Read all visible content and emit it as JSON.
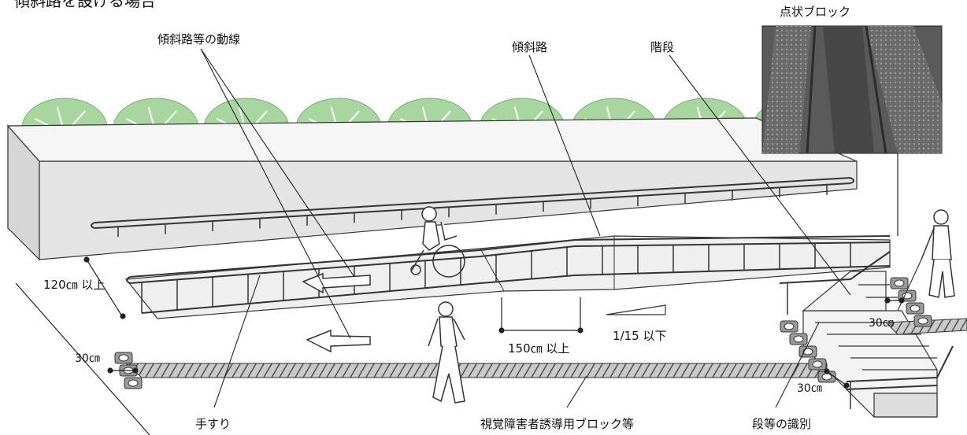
{
  "diagram": {
    "heading": "傾斜路を設ける場合",
    "labels": {
      "ramp_route": "傾斜路等の動線",
      "ramp": "傾斜路",
      "stairs": "階段",
      "dot_block": "点状ブロック",
      "handrail": "手すり",
      "guide_block": "視覚障害者誘導用ブロック等",
      "step_identification": "段等の識別",
      "railing_height": "120㎝ 以上",
      "landing_length": "150㎝ 以上",
      "slope": "1/15 以下",
      "block_offset_left": "30㎝",
      "block_offset_stair_top": "30㎝",
      "block_offset_stair_bottom": "30㎝"
    },
    "colors": {
      "tree": "#a9d6a0",
      "tree_dark": "#6fb56a",
      "wall": "#e4e4e4",
      "ramp": "#efefef",
      "block": "#9a9a9a",
      "photo": "#555555",
      "line": "#222222"
    }
  }
}
